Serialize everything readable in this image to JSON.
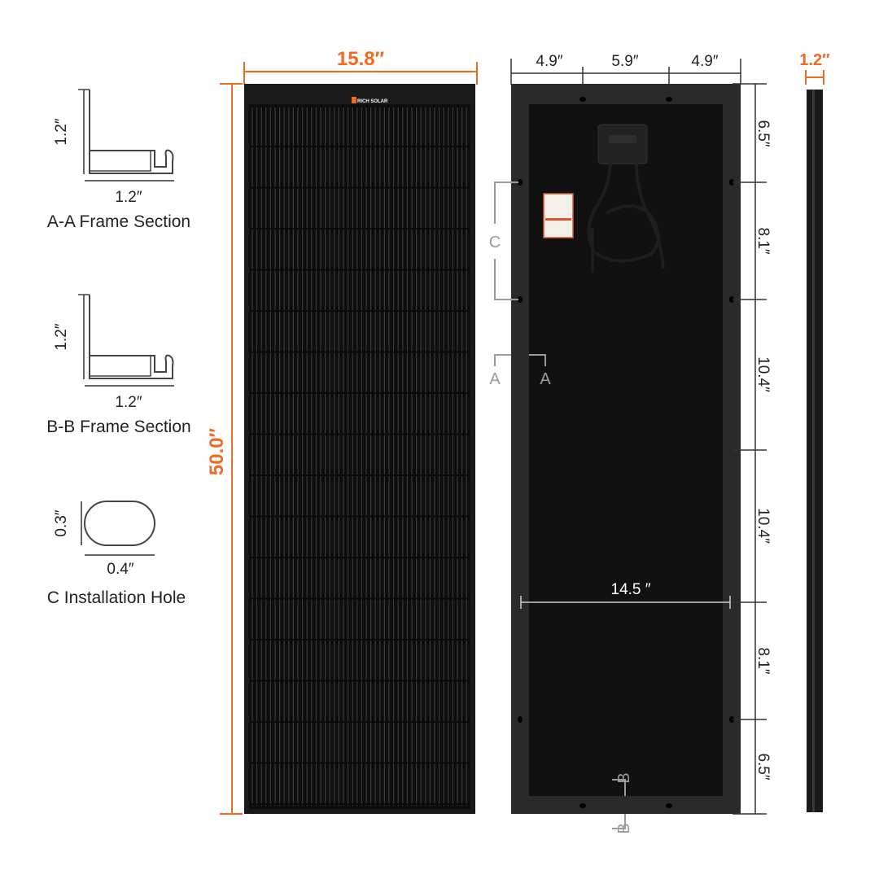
{
  "colors": {
    "accent": "#f26a21",
    "panel": "#111111",
    "frame": "#1c1c1c",
    "guide": "#9a9a9a"
  },
  "front": {
    "width_label": "15.8″",
    "height_label": "50.0″",
    "logo": "RICH SOLAR"
  },
  "back": {
    "top_dims": [
      "4.9″",
      "5.9″",
      "4.9″"
    ],
    "right_dims": [
      "6.5″",
      "8.1″",
      "10.4″",
      "10.4″",
      "8.1″",
      "6.5″"
    ],
    "inner_width_label": "14.5 ″",
    "markers": {
      "c": "C",
      "a": "A",
      "b": "B"
    }
  },
  "side": {
    "thickness_label": "1.2″"
  },
  "sections": [
    {
      "height_label": "1.2″",
      "width_label": "1.2″",
      "caption": "A-A Frame Section"
    },
    {
      "height_label": "1.2″",
      "width_label": "1.2″",
      "caption": "B-B Frame Section"
    }
  ],
  "hole": {
    "height_label": "0.3″",
    "width_label": "0.4″",
    "caption": "C Installation Hole"
  }
}
